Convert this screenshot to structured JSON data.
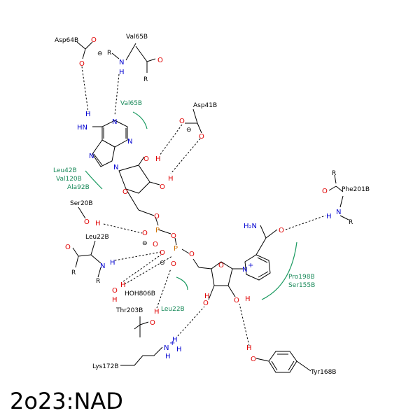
{
  "title": "2o23:NAD",
  "residues": {
    "asp64": "Asp64B",
    "val65_top": "Val65B",
    "val65_hyd": "Val65B",
    "asp41": "Asp41B",
    "leu42": "Leu42B",
    "val120": "Val120B",
    "ala92": "Ala92B",
    "ser20": "Ser20B",
    "leu22_top": "Leu22B",
    "hoh806": "HOH806B",
    "thr203": "Thr203B",
    "leu22_hyd": "Leu22B",
    "lys172": "Lys172B",
    "pro198": "Pro198B",
    "ser155": "Ser155B",
    "phe201": "Phe201B",
    "tyr168": "Tyr168B"
  },
  "atoms": {
    "O": "O",
    "N": "N",
    "H": "H",
    "P": "P",
    "R": "R",
    "minus": "⊖",
    "plus": "+",
    "NH": "NH",
    "HN": "HN",
    "H2N": "H₂N",
    "N_plus": "N"
  },
  "colors": {
    "oxygen": "#e00000",
    "nitrogen": "#0000d0",
    "phosphorus": "#d07000",
    "hydrophobic": "#1a9a60"
  }
}
